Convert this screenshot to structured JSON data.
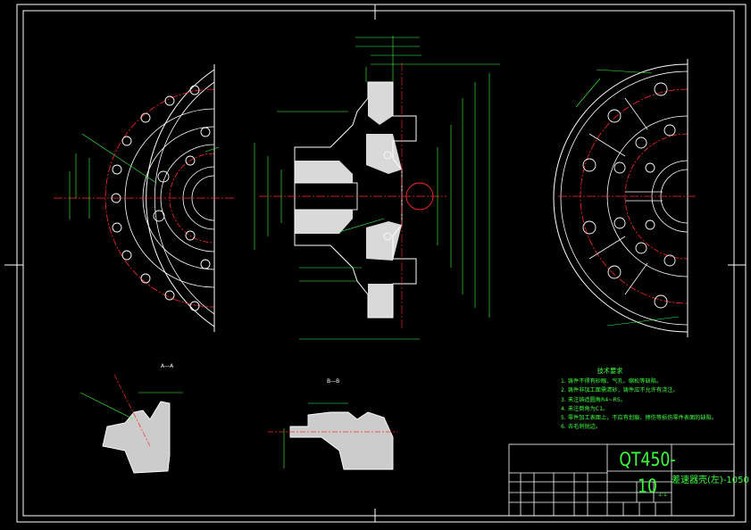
{
  "notes": {
    "title": "技术要求",
    "items": [
      "1. 铸件不得有砂眼、气孔、缩松等缺陷。",
      "2. 铸件非加工面需清砂，铸件应不允许有浇注。",
      "3. 未注铸造圆角R4~R5。",
      "4. 未注倒角为C1。",
      "5. 零件加工表面上，不应有划痕、擦伤等损伤零件表面的缺陷。",
      "6. 去毛刺锐边。"
    ]
  },
  "title_block": {
    "material": "QT450-10",
    "name": "差速器壳(左)-1050",
    "scale": "1:1"
  },
  "sections": {
    "a": "A—A",
    "b": "B—B"
  },
  "colors": {
    "outline": "#ffffff",
    "center": "#ff2a2a",
    "dimension": "#3cff3c",
    "bolt": "#ff2a2a",
    "hatch": "#ffffff"
  }
}
